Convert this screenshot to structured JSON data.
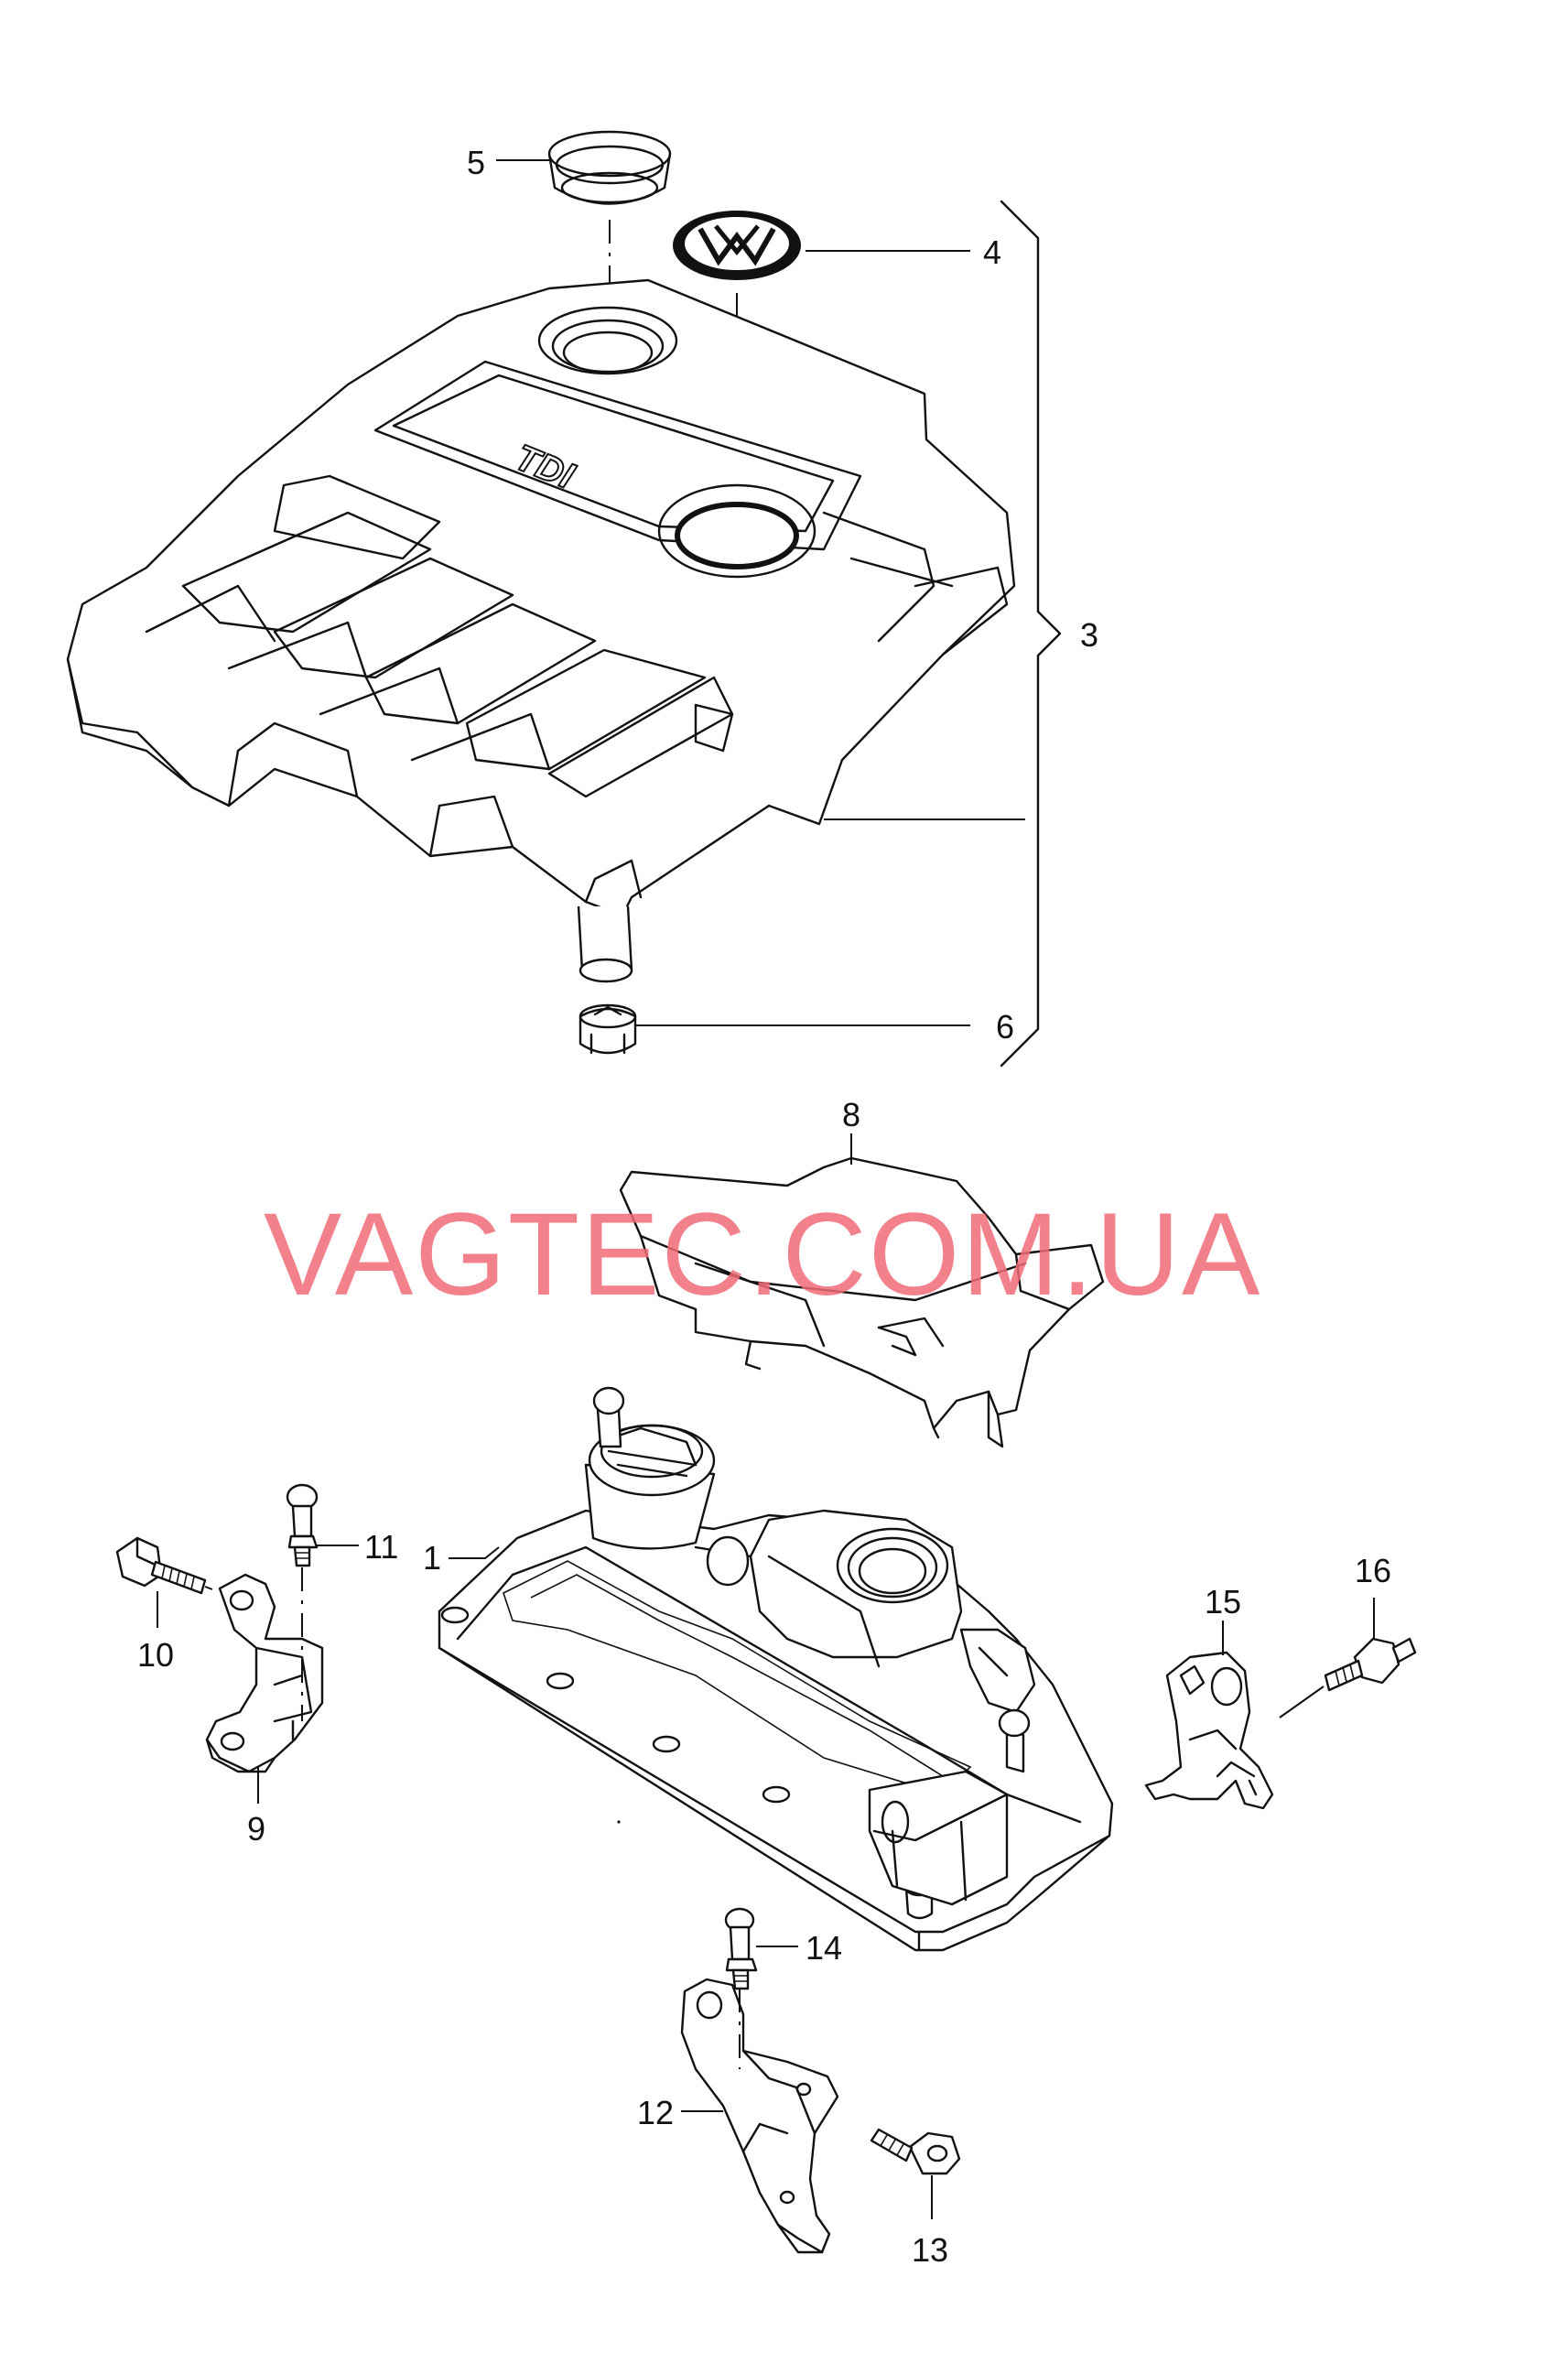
{
  "watermark": "VAGTEC.COM.UA",
  "cover_badge": "TDI",
  "callouts": {
    "p1": "1",
    "p3": "3",
    "p4": "4",
    "p5": "5",
    "p6": "6",
    "p8": "8",
    "p9": "9",
    "p10": "10",
    "p11": "11",
    "p12": "12",
    "p13": "13",
    "p14": "14",
    "p15": "15",
    "p16": "16"
  }
}
